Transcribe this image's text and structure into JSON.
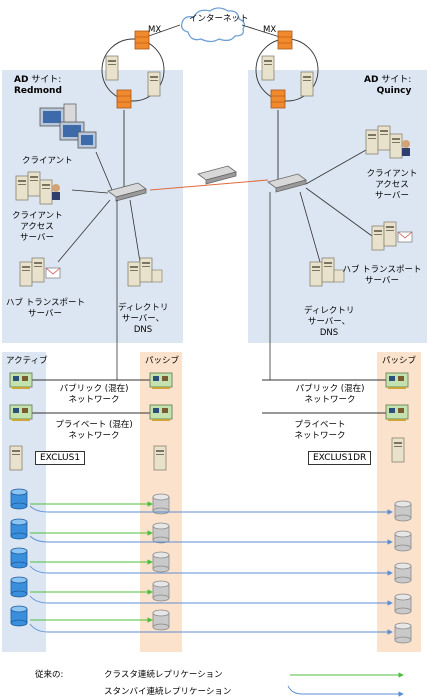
{
  "internet": "インターネット",
  "mx_left": "MX",
  "mx_right": "MX",
  "site_left": {
    "prefix": "AD",
    "suffix": " サイト:",
    "name": "Redmond"
  },
  "site_right": {
    "prefix": "AD",
    "suffix": " サイト:",
    "name": "Quincy"
  },
  "left": {
    "client": "クライアント",
    "cas": [
      "クライアント",
      "アクセス",
      "サーバー"
    ],
    "hub": [
      "ハブ トランスポート",
      "サーバー"
    ],
    "dir": [
      "ディレクトリ",
      "サーバー、",
      "DNS"
    ]
  },
  "right": {
    "cas": [
      "クライアント",
      "アクセス",
      "サーバー"
    ],
    "hub": [
      "ハブ トランスポート",
      "サーバー"
    ],
    "dir": [
      "ディレクトリ",
      "サーバー、",
      "DNS"
    ]
  },
  "active": "アクティブ",
  "passive_left": "パッシブ",
  "passive_right": "パッシブ",
  "net_public_left": [
    "パブリック (混在)",
    "ネットワーク"
  ],
  "net_private_left": [
    "プライベート (混在)",
    "ネットワーク"
  ],
  "net_public_right": [
    "パブリック (混在)",
    "ネットワーク"
  ],
  "net_private_right": [
    "プライベート",
    "ネットワーク"
  ],
  "cluster_left": "EXCLUS1",
  "cluster_right": "EXCLUS1DR",
  "legend": {
    "prefix": "従来の:",
    "ccr": "クラスタ連続レプリケーション",
    "scr": "スタンバイ連続レプリケーション",
    "ccr_color": "#4dbf3c",
    "scr_color": "#5b8fd4"
  },
  "colors": {
    "site_bg": "#dce6f2",
    "passive_bg": "#fbe2cc",
    "wan_line": "#e06a3c"
  }
}
